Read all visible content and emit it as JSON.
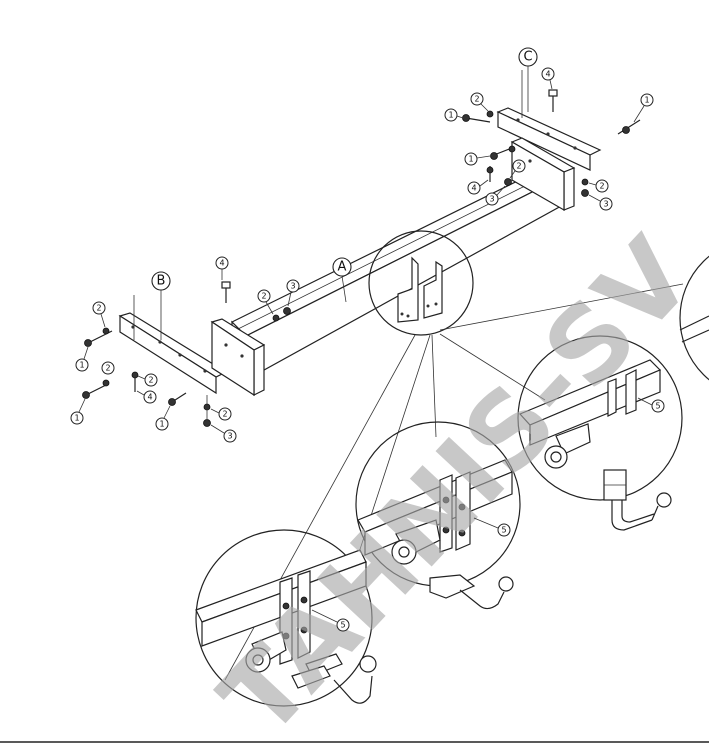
{
  "watermark": "TAHNIS-SV",
  "part_labels": [
    "A",
    "B",
    "C"
  ],
  "callouts": [
    "1",
    "2",
    "3",
    "4",
    "5"
  ]
}
